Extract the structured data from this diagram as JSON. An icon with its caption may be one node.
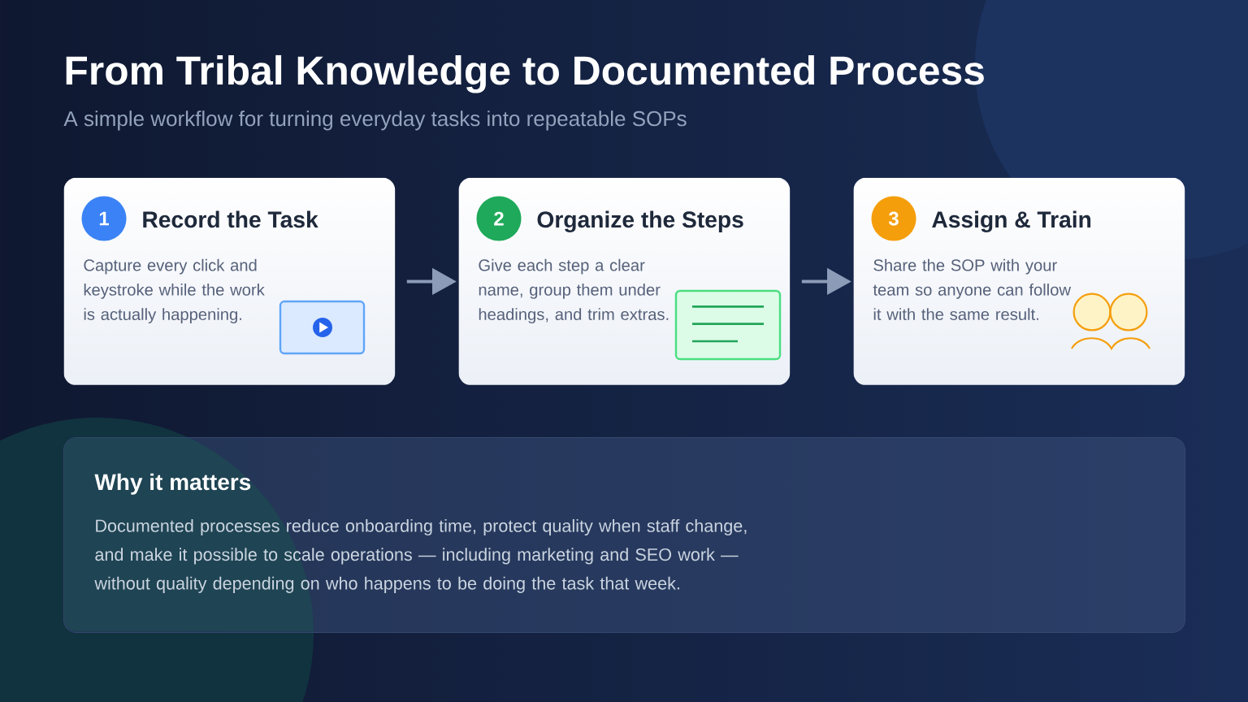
{
  "diagram": {
    "title": "From Tribal Knowledge to Documented Process",
    "nodes": [
      {
        "text": [
          "Record the Task",
          "Capture every click and keystroke while the work is actually happening."
        ]
      },
      {
        "text": [
          "1"
        ],
        "in": 0
      },
      {
        "text": [
          "Organize the Steps",
          "Give each step a clear name, group them under headings, and trim extras."
        ]
      },
      {
        "text": [
          "2"
        ],
        "in": 2
      },
      {
        "text": [
          "Assign & Train",
          "Share the SOP with your team so anyone can follow it with the same result."
        ]
      },
      {
        "text": [
          "3"
        ],
        "in": 4
      },
      {
        "text": [
          "Why it matters",
          "Documented processes reduce onboarding time, protect quality when staff change, and make it possible to scale operations — including marketing and SEO work — without quality depending on who happens to be doing the task that week."
        ]
      }
    ],
    "edges": [
      {
        "from": 0,
        "to": 2,
        "arrow": "to"
      },
      {
        "from": 2,
        "to": 4,
        "arrow": "to"
      }
    ],
    "labels": [
      "A simple workflow for turning everyday tasks into repeatable SOPs"
    ]
  }
}
